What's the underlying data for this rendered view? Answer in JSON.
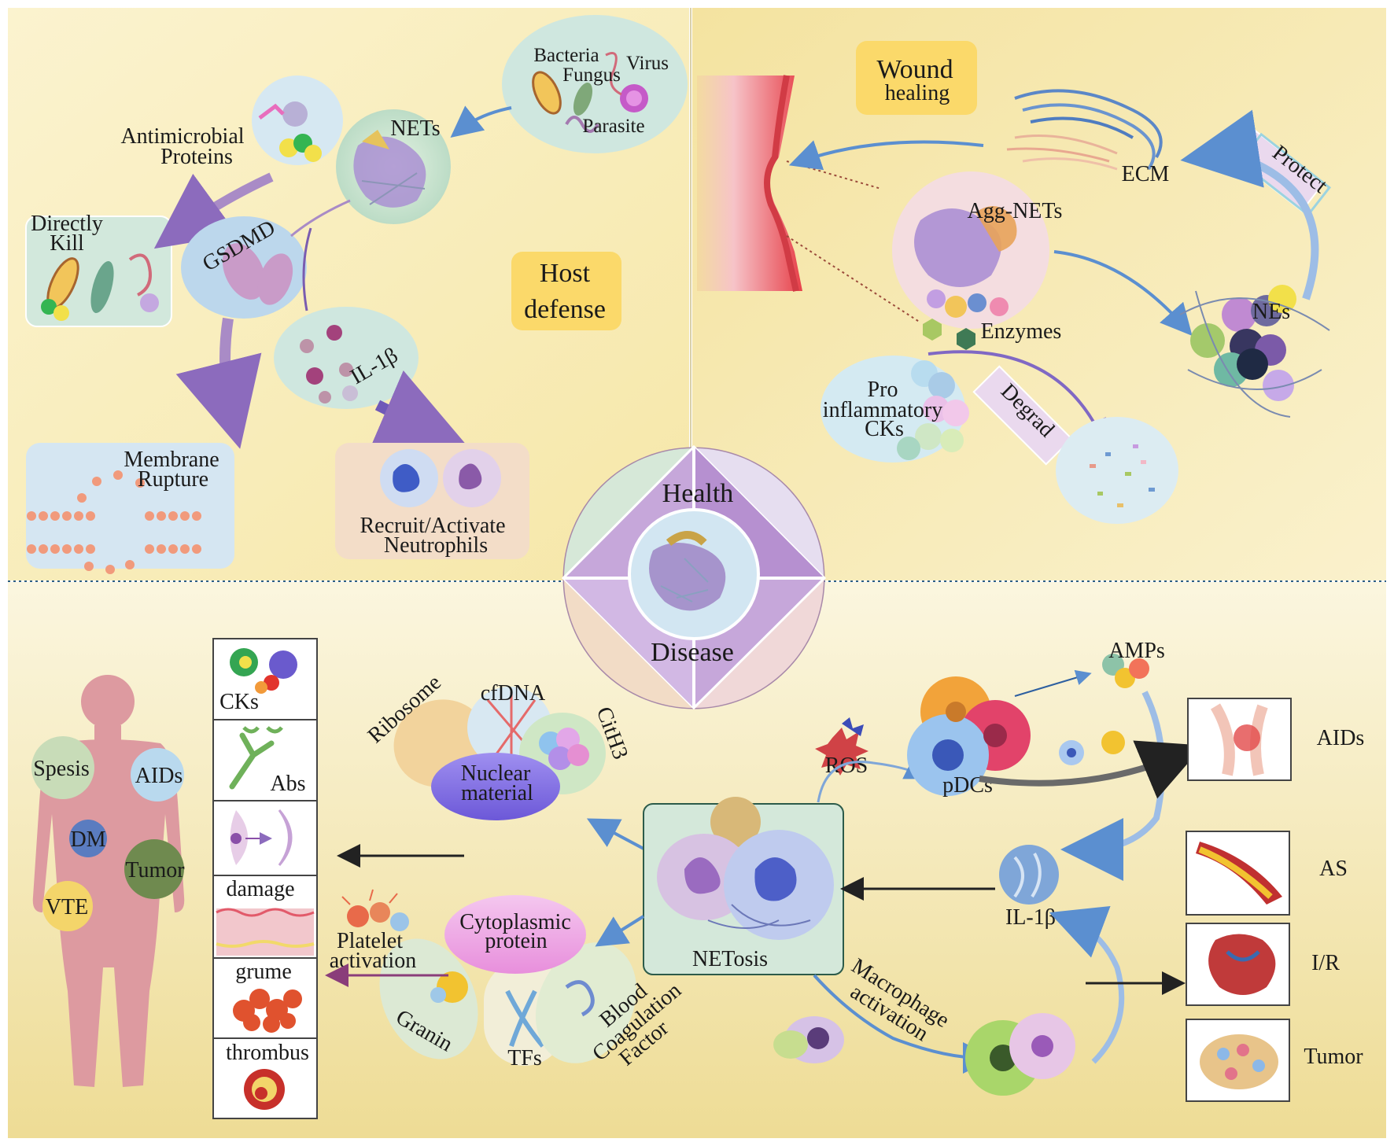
{
  "center": {
    "health": "Health",
    "disease": "Disease"
  },
  "host_defense": {
    "title_line1": "Host",
    "title_line2": "defense",
    "pathogens": {
      "bacteria": "Bacteria",
      "fungus": "Fungus",
      "virus": "Virus",
      "parasite": "Parasite"
    },
    "nets": "NETs",
    "amp_line1": "Antimicrobial",
    "amp_line2": "Proteins",
    "kill_line1": "Directly",
    "kill_line2": "Kill",
    "gsdmd": "GSDMD",
    "il1b": "IL-1β",
    "membrane_line1": "Membrane",
    "membrane_line2": "Rupture",
    "recruit_line1": "Recruit/Activate",
    "recruit_line2": "Neutrophils"
  },
  "wound_healing": {
    "title_line1": "Wound",
    "title_line2": "healing",
    "ecm": "ECM",
    "protect": "Protect",
    "agg_nets": "Agg-NETs",
    "nes": "NEs",
    "enzymes": "Enzymes",
    "cks_line1": "Pro",
    "cks_line2": "inflammatory",
    "cks_line3": "CKs",
    "degrad": "Degrad"
  },
  "disease": {
    "body_labels": {
      "spesis": "Spesis",
      "aids": "AIDs",
      "dm": "DM",
      "tumor": "Tumor",
      "vte": "VTE"
    },
    "panels": {
      "cks": "CKs",
      "abs": "Abs",
      "damage": "damage",
      "grume": "grume",
      "thrombus": "thrombus"
    },
    "nuclear": {
      "ribosome": "Ribosome",
      "cfdna": "cfDNA",
      "cith3": "CitH3",
      "line1": "Nuclear",
      "line2": "material"
    },
    "cyto": {
      "line1": "Cytoplasmic",
      "line2": "protein",
      "granin": "Granin",
      "tfs": "TFs",
      "blood_line1": "Blood",
      "blood_line2": "Coagulation",
      "blood_line3": "Factor"
    },
    "platelet_line1": "Platelet",
    "platelet_line2": "activation",
    "netosis": "NETosis",
    "ros": "ROS",
    "pdcs": "pDCs",
    "amps": "AMPs",
    "il1b": "IL-1β",
    "macro_line1": "Macrophage",
    "macro_line2": "activation",
    "outcomes": {
      "aids": "AIDs",
      "as": "AS",
      "ir": "I/R",
      "tumor": "Tumor"
    }
  }
}
